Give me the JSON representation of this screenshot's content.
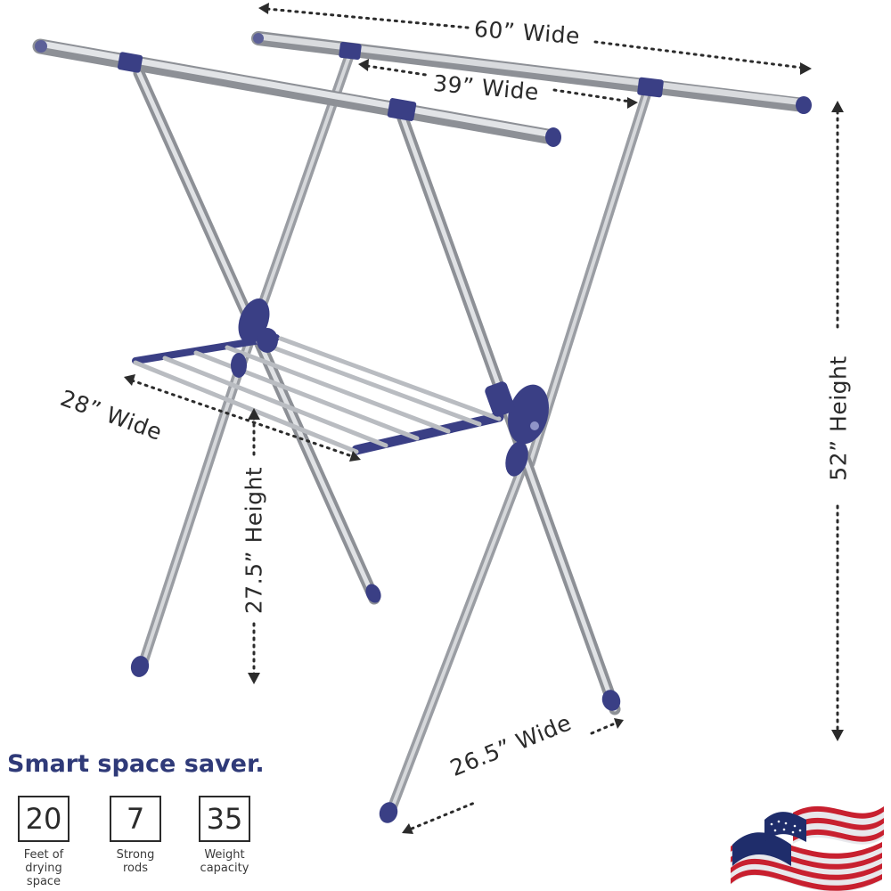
{
  "dimensions": {
    "top_width": "60” Wide",
    "inner_width": "39” Wide",
    "shelf_width": "28” Wide",
    "shelf_height": "27.5” Height",
    "total_height": "52” Height",
    "base_width": "26.5” Wide"
  },
  "features": {
    "headline": "Smart space saver.",
    "stats": [
      {
        "value": "20",
        "line1": "Feet of",
        "line2": "drying space"
      },
      {
        "value": "7",
        "line1": "Strong",
        "line2": "rods"
      },
      {
        "value": "35",
        "line1": "Weight",
        "line2": "capacity"
      }
    ]
  },
  "colors": {
    "accent": "#3a3f85",
    "steel": "#b9bcc1",
    "headline": "#2f3a78",
    "flag_red": "#c8202f",
    "flag_blue": "#1f2d6b"
  },
  "icons": [
    "us-flag-icon"
  ]
}
